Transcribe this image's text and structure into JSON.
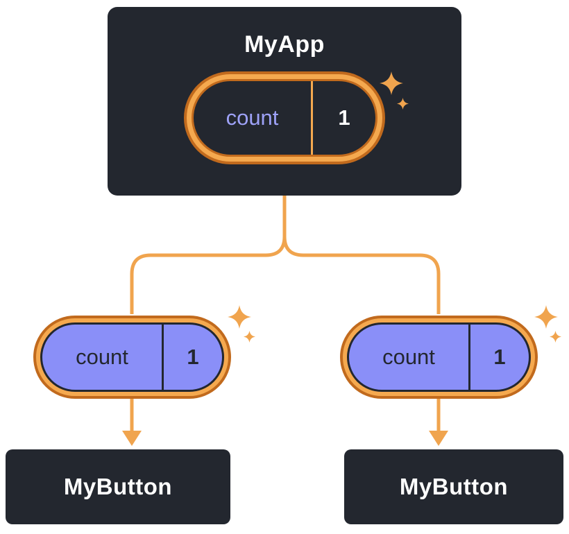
{
  "colors": {
    "canvas": "#FFFFFF",
    "slate": "#23272F",
    "periwinkle": "#8A8FF8",
    "lavender": "#9EA2F8",
    "orangeDark": "#C16A1D",
    "orangeLight": "#F5A94F",
    "orangeLine": "#F0A44E",
    "textLight": "#FFFFFF"
  },
  "diagram": {
    "root": {
      "title": "MyApp",
      "state": {
        "key": "count",
        "value": "1"
      }
    },
    "children": [
      {
        "title": "MyButton",
        "state": {
          "key": "count",
          "value": "1"
        }
      },
      {
        "title": "MyButton",
        "state": {
          "key": "count",
          "value": "1"
        }
      }
    ]
  }
}
